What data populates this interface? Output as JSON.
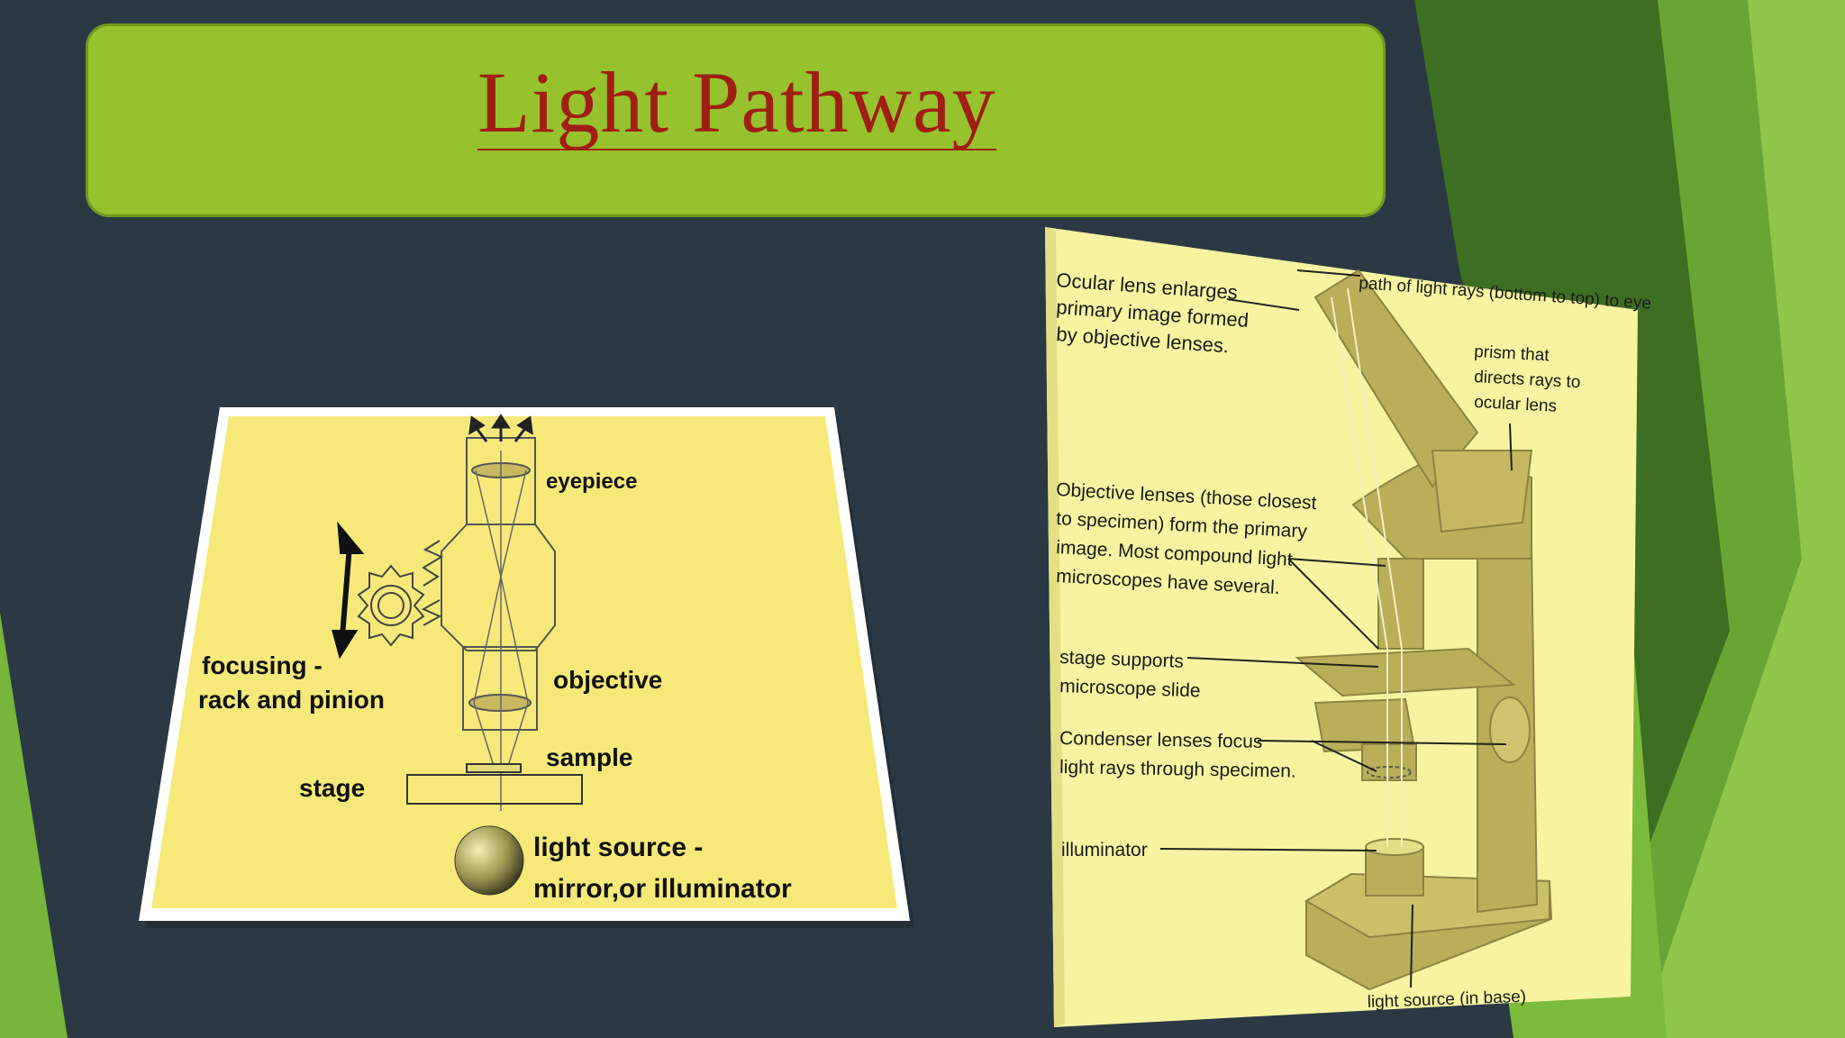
{
  "slide": {
    "title": "Light Pathway"
  },
  "left_diagram": {
    "labels": {
      "eyepiece": "eyepiece",
      "focusing_1": "focusing -",
      "focusing_2": "rack and pinion",
      "objective": "objective",
      "sample": "sample",
      "stage": "stage",
      "light_1": "light source -",
      "light_2": "mirror,or illuminator"
    }
  },
  "right_diagram": {
    "labels": {
      "ocular_1": "Ocular lens enlarges",
      "ocular_2": "primary image formed",
      "ocular_3": "by objective lenses.",
      "path": "path of light rays (bottom to top) to eye",
      "prism_1": "prism that",
      "prism_2": "directs rays to",
      "prism_3": "ocular lens",
      "objective_1": "Objective lenses (those closest",
      "objective_2": "to specimen) form the primary",
      "objective_3": "image. Most compound light",
      "objective_4": "microscopes have several.",
      "stage_1": "stage supports",
      "stage_2": "microscope slide",
      "condenser_1": "Condenser lenses focus",
      "condenser_2": "light rays through specimen.",
      "illuminator": "illuminator",
      "light_source": "light source (in base)"
    }
  },
  "colors": {
    "background": "#2a3944",
    "banner": "#95c22d",
    "title": "#a01e14",
    "panel_yellow": "#f6e97a",
    "panel_pale_yellow": "#f7f3a0"
  }
}
